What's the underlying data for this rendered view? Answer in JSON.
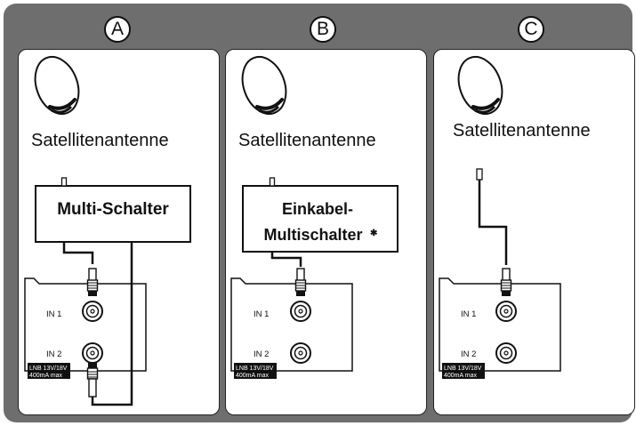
{
  "panels": [
    {
      "letter": "A",
      "antenna_label": "Satellitenantenne",
      "box_label_lines": [
        "Multi-Schalter"
      ],
      "tuner": {
        "in1": "IN 1",
        "in2": "IN 2",
        "lnb_line1": "LNB 13V/18V",
        "lnb_line2": "400mA max"
      }
    },
    {
      "letter": "B",
      "antenna_label": "Satellitenantenne",
      "box_label_lines": [
        "Einkabel-",
        "Multischalter"
      ],
      "box_label_mark": "✱",
      "tuner": {
        "in1": "IN 1",
        "in2": "IN 2",
        "lnb_line1": "LNB 13V/18V",
        "lnb_line2": "400mA max"
      }
    },
    {
      "letter": "C",
      "antenna_label": "Satellitenantenne",
      "tuner": {
        "in1": "IN 1",
        "in2": "IN 2",
        "lnb_line1": "LNB 13V/18V",
        "lnb_line2": "400mA max"
      }
    }
  ]
}
